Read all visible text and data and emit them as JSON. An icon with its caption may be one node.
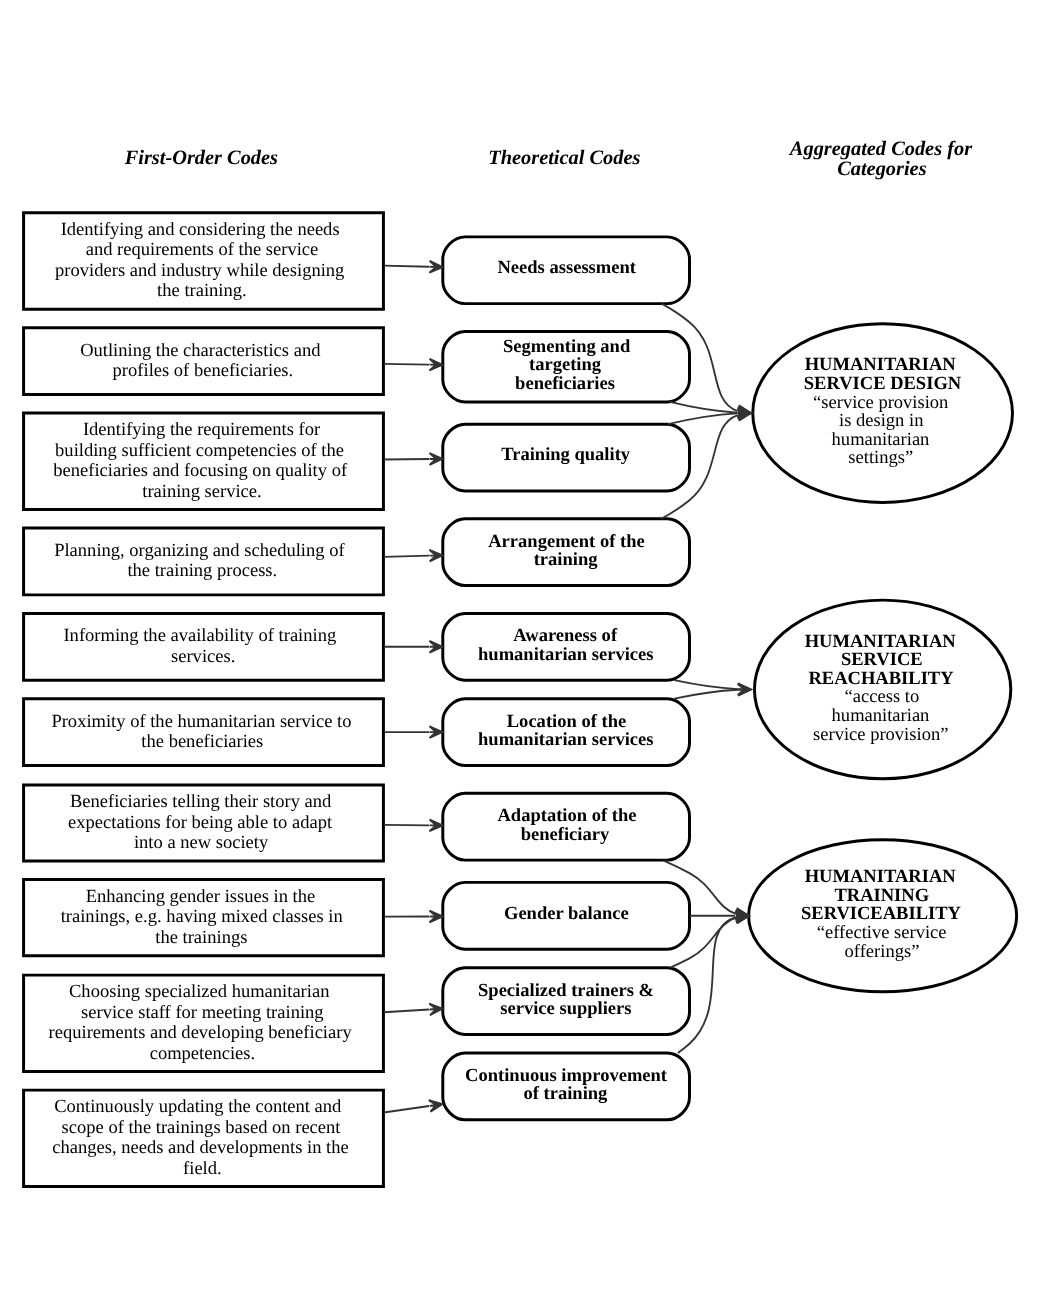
{
  "diagram": {
    "nodes": [
      {
        "text": [
          "Identifying and considering the needs and requirements of the service providers and industry while designing the training."
        ]
      },
      {
        "text": [
          "Needs assessment"
        ]
      },
      {
        "text": [
          "Outlining the characteristics and profiles of beneficiaries."
        ]
      },
      {
        "text": [
          "Segmenting and targeting beneficiaries"
        ]
      },
      {
        "text": [
          "Identifying the requirements for building sufficient competencies of the beneficiaries and focusing on quality of training service."
        ]
      },
      {
        "text": [
          "Training quality"
        ]
      },
      {
        "text": [
          "Planning, organizing and scheduling of the training process."
        ]
      },
      {
        "text": [
          "Arrangement of the training"
        ]
      },
      {
        "text": [
          "HUMANITARIAN SERVICE DESIGN",
          "“service provision is design in humanitarian settings”"
        ]
      },
      {
        "text": [
          "Informing the availability of training services."
        ]
      },
      {
        "text": [
          "Awareness of humanitarian services"
        ]
      },
      {
        "text": [
          "Proximity of the humanitarian service to the beneficiaries"
        ]
      },
      {
        "text": [
          "Location of the humanitarian services"
        ]
      },
      {
        "text": [
          "HUMANITARIAN SERVICE REACHABILITY",
          "“access to humanitarian service provision”"
        ]
      },
      {
        "text": [
          "Beneficiaries telling their story and expectations for being able to adapt into a new society"
        ]
      },
      {
        "text": [
          "Adaptation of the beneficiary"
        ]
      },
      {
        "text": [
          "Enhancing gender issues in the trainings, e.g. having mixed classes in the trainings"
        ]
      },
      {
        "text": [
          "Gender balance"
        ]
      },
      {
        "text": [
          "Choosing specialized humanitarian service staff for meeting training requirements and developing beneficiary competencies."
        ]
      },
      {
        "text": [
          "Specialized trainers & service suppliers"
        ]
      },
      {
        "text": [
          "Continuously updating the content and scope of the trainings based on recent changes, needs and developments in the field."
        ]
      },
      {
        "text": [
          "Continuous improvement of training"
        ]
      },
      {
        "text": [
          "HUMANITARIAN TRAINING SERVICEABILITY",
          "“effective service offerings”"
        ]
      }
    ],
    "edges": [
      {
        "from": 0,
        "to": 1,
        "arrow": "to"
      },
      {
        "from": 2,
        "to": 3,
        "arrow": "to"
      },
      {
        "from": 4,
        "to": 5,
        "arrow": "to"
      },
      {
        "from": 6,
        "to": 7,
        "arrow": "to"
      },
      {
        "from": 1,
        "to": 8,
        "arrow": "to"
      },
      {
        "from": 3,
        "to": 8,
        "arrow": "to"
      },
      {
        "from": 5,
        "to": 8,
        "arrow": "to"
      },
      {
        "from": 7,
        "to": 8,
        "arrow": "to"
      },
      {
        "from": 9,
        "to": 10,
        "arrow": "to"
      },
      {
        "from": 11,
        "to": 12,
        "arrow": "to"
      },
      {
        "from": 10,
        "to": 13,
        "arrow": "to"
      },
      {
        "from": 12,
        "to": 13,
        "arrow": "to"
      },
      {
        "from": 14,
        "to": 15,
        "arrow": "to"
      },
      {
        "from": 16,
        "to": 17,
        "arrow": "to"
      },
      {
        "from": 18,
        "to": 19,
        "arrow": "to"
      },
      {
        "from": 20,
        "to": 21,
        "arrow": "to"
      },
      {
        "from": 15,
        "to": 22,
        "arrow": "to"
      },
      {
        "from": 17,
        "to": 22,
        "arrow": "to"
      },
      {
        "from": 19,
        "to": 22,
        "arrow": "to"
      },
      {
        "from": 21,
        "to": 22,
        "arrow": "to"
      }
    ],
    "labels": [
      "First-Order Codes",
      "Theoretical Codes",
      "Aggregated Codes for Categories"
    ]
  }
}
